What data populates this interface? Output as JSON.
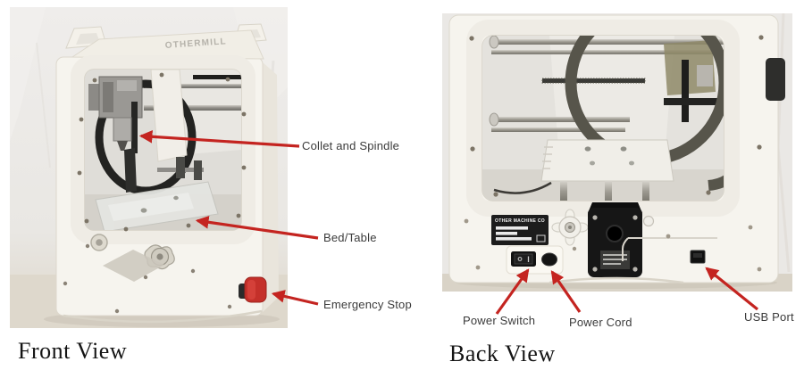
{
  "document": {
    "type": "labeled-machine-diagram",
    "machine": "Othermill desktop CNC mill"
  },
  "colors": {
    "arrow_red": "#c42420",
    "annotation_text": "#3b3b3b",
    "caption_text": "#141414",
    "machine_white": "#f6f3ed",
    "photo_wall": "#ecebe8",
    "photo_floor": "#ddd6ca"
  },
  "front_view": {
    "caption": "Front View",
    "logo": "OTHERMILL",
    "annotations": {
      "collet": {
        "label": "Collet and Spindle"
      },
      "bed": {
        "label": "Bed/Table"
      },
      "emergency_stop": {
        "label": "Emergency Stop"
      }
    }
  },
  "back_view": {
    "caption": "Back View",
    "plate": {
      "title": "OTHER MACHINE CO"
    },
    "annotations": {
      "power_switch": {
        "label": "Power Switch"
      },
      "power_cord": {
        "label": "Power Cord"
      },
      "usb_port": {
        "label": "USB Port"
      }
    }
  }
}
